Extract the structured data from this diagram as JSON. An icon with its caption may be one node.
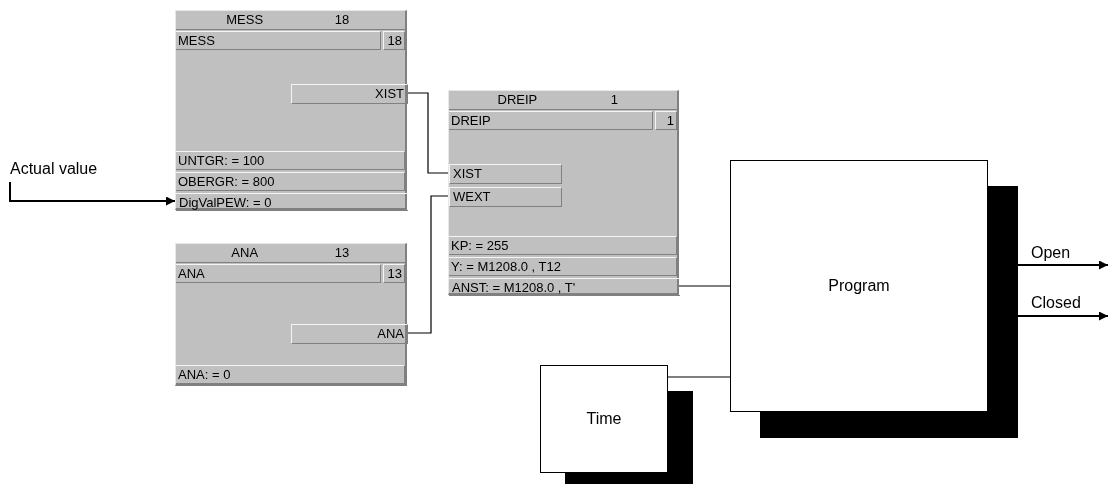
{
  "diagram": {
    "nodes": [
      {
        "text": [
          "Actual value"
        ]
      },
      {
        "text": [
          "MESS",
          "18",
          "MESS",
          "18",
          "UNTGR: = 100",
          "OBERGR: = 800"
        ]
      },
      {
        "text": [
          "XIST"
        ],
        "in": 1
      },
      {
        "text": [
          "DigValPEW: = 0"
        ],
        "in": 1
      },
      {
        "text": [
          "ANA",
          "13",
          "ANA",
          "13",
          "ANA: = 0"
        ]
      },
      {
        "text": [
          "ANA"
        ],
        "in": 4
      },
      {
        "text": [
          "DREIP",
          "1",
          "DREIP",
          "1",
          "KP: = 255",
          "Y: = M1208.0 , T12"
        ]
      },
      {
        "text": [
          "XIST"
        ],
        "in": 6
      },
      {
        "text": [
          "WEXT"
        ],
        "in": 6
      },
      {
        "text": [
          "ANST: = M1208.0 , T'"
        ],
        "in": 6
      },
      {
        "text": [
          "Program"
        ]
      },
      {
        "text": [
          "Time"
        ]
      }
    ],
    "edges": [
      {
        "from": 0,
        "to": 3,
        "arrow": "to"
      },
      {
        "from": 2,
        "to": 7,
        "arrow": "none"
      },
      {
        "from": 5,
        "to": 8,
        "arrow": "none"
      },
      {
        "from": 9,
        "to": 10,
        "arrow": "none"
      },
      {
        "from": 11,
        "to": 10,
        "arrow": "none"
      },
      {
        "from": 10,
        "to": null,
        "arrow": "to",
        "label": "Open"
      },
      {
        "from": 10,
        "to": null,
        "arrow": "to",
        "label": "Closed"
      }
    ]
  }
}
